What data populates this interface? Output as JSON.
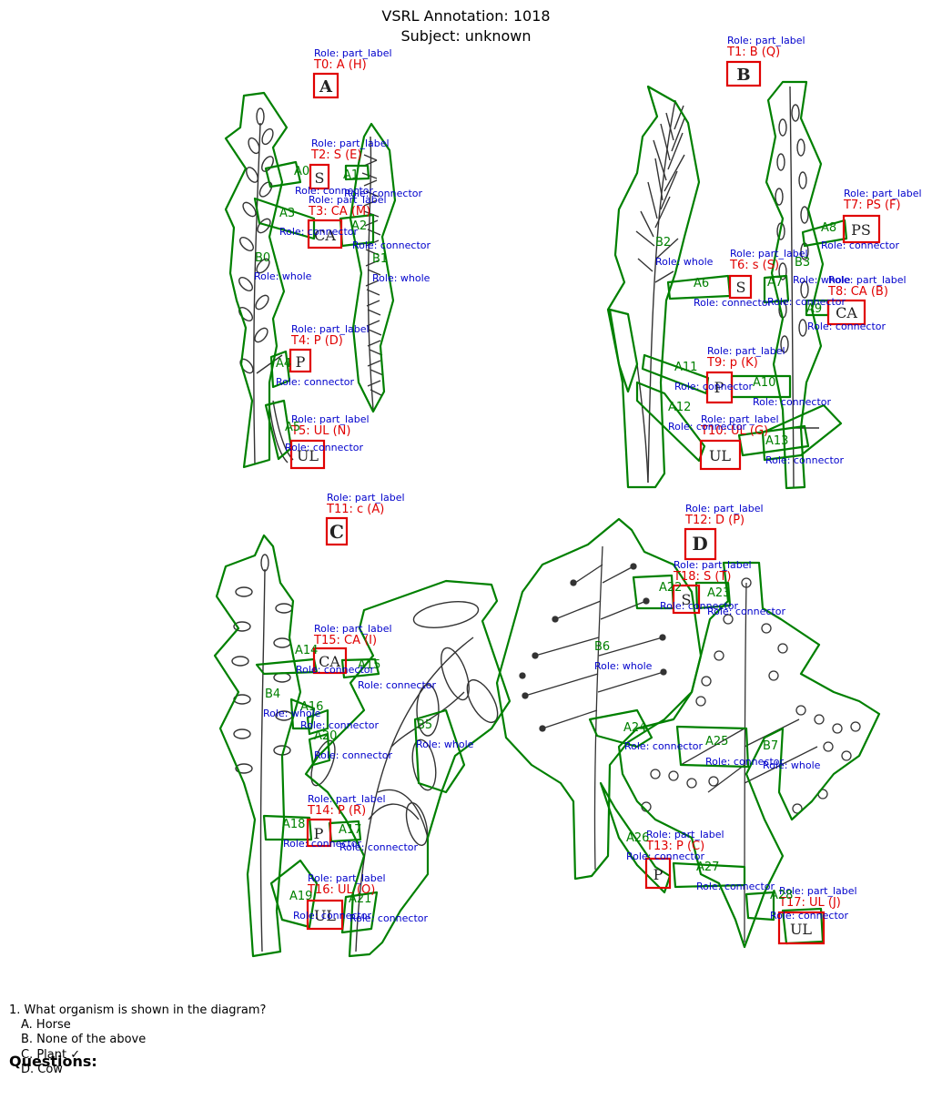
{
  "header": {
    "title": "VSRL Annotation: 1018",
    "subtitle": "Subject: unknown"
  },
  "colors": {
    "region_outline": "#008000",
    "label_box": "#e00000",
    "role_text": "#0000cc",
    "id_text": "#008000",
    "label_text": "#e00000",
    "drawing_ink": "#333333"
  },
  "labels": [
    {
      "id": "T0",
      "role": "Role: part_label",
      "text": "T0: A (H)",
      "letter": "A"
    },
    {
      "id": "T1",
      "role": "Role: part_label",
      "text": "T1: B (Q)",
      "letter": "B"
    },
    {
      "id": "T2",
      "role": "Role: part_label",
      "text": "T2: S (E)",
      "letter": "S"
    },
    {
      "id": "T3",
      "role": "Role: part_label",
      "text": "T3: CA (M)",
      "letter": "CA"
    },
    {
      "id": "T4",
      "role": "Role: part_label",
      "text": "T4: P (D)",
      "letter": "P"
    },
    {
      "id": "T5",
      "role": "Role: part_label",
      "text": "T5: UL (N)",
      "letter": "UL"
    },
    {
      "id": "T6",
      "role": "Role: part_label",
      "text": "T6: s (S)",
      "letter": "S"
    },
    {
      "id": "T7",
      "role": "Role: part_label",
      "text": "T7: PS (F)",
      "letter": "PS"
    },
    {
      "id": "T8",
      "role": "Role: part_label",
      "text": "T8: CA (B)",
      "letter": "CA"
    },
    {
      "id": "T9",
      "role": "Role: part_label",
      "text": "T9: p (K)",
      "letter": "P"
    },
    {
      "id": "T10",
      "role": "Role: part_label",
      "text": "T10: UL (G)",
      "letter": "UL"
    },
    {
      "id": "T11",
      "role": "Role: part_label",
      "text": "T11: c (A)",
      "letter": "C"
    },
    {
      "id": "T12",
      "role": "Role: part_label",
      "text": "T12: D (P)",
      "letter": "D"
    },
    {
      "id": "T13",
      "role": "Role: part_label",
      "text": "T13: P (C)",
      "letter": "P"
    },
    {
      "id": "T14",
      "role": "Role: part_label",
      "text": "T14: P (R)",
      "letter": "P"
    },
    {
      "id": "T15",
      "role": "Role: part_label",
      "text": "T15: CA (I)",
      "letter": "CA"
    },
    {
      "id": "T16",
      "role": "Role: part_label",
      "text": "T16: UL (O)",
      "letter": "UL"
    },
    {
      "id": "T17",
      "role": "Role: part_label",
      "text": "T17: UL (J)",
      "letter": "UL"
    },
    {
      "id": "T18",
      "role": "Role: part_label",
      "text": "T18: S (T)",
      "letter": "S"
    }
  ],
  "region_ids": [
    "A0",
    "A1",
    "A3",
    "A2",
    "B0",
    "B1",
    "A4",
    "A5",
    "B2",
    "B3",
    "A6",
    "A7",
    "A8",
    "A9",
    "A11",
    "A10",
    "A12",
    "A13",
    "A14",
    "A15",
    "B4",
    "A16",
    "A20",
    "B5",
    "B6",
    "A22",
    "A23",
    "A24",
    "A25",
    "B7",
    "A26",
    "A27",
    "A18",
    "A17",
    "A19",
    "A21",
    "A28"
  ],
  "region_roles": {
    "connector": "Role: connector",
    "whole": "Role: whole"
  },
  "questions": {
    "heading": "Questions:",
    "items": [
      {
        "text": "1. What organism is shown in the diagram?",
        "options": [
          "A. Horse",
          "B. None of the above",
          "C. Plant ✓",
          "D. Cow"
        ]
      }
    ]
  }
}
